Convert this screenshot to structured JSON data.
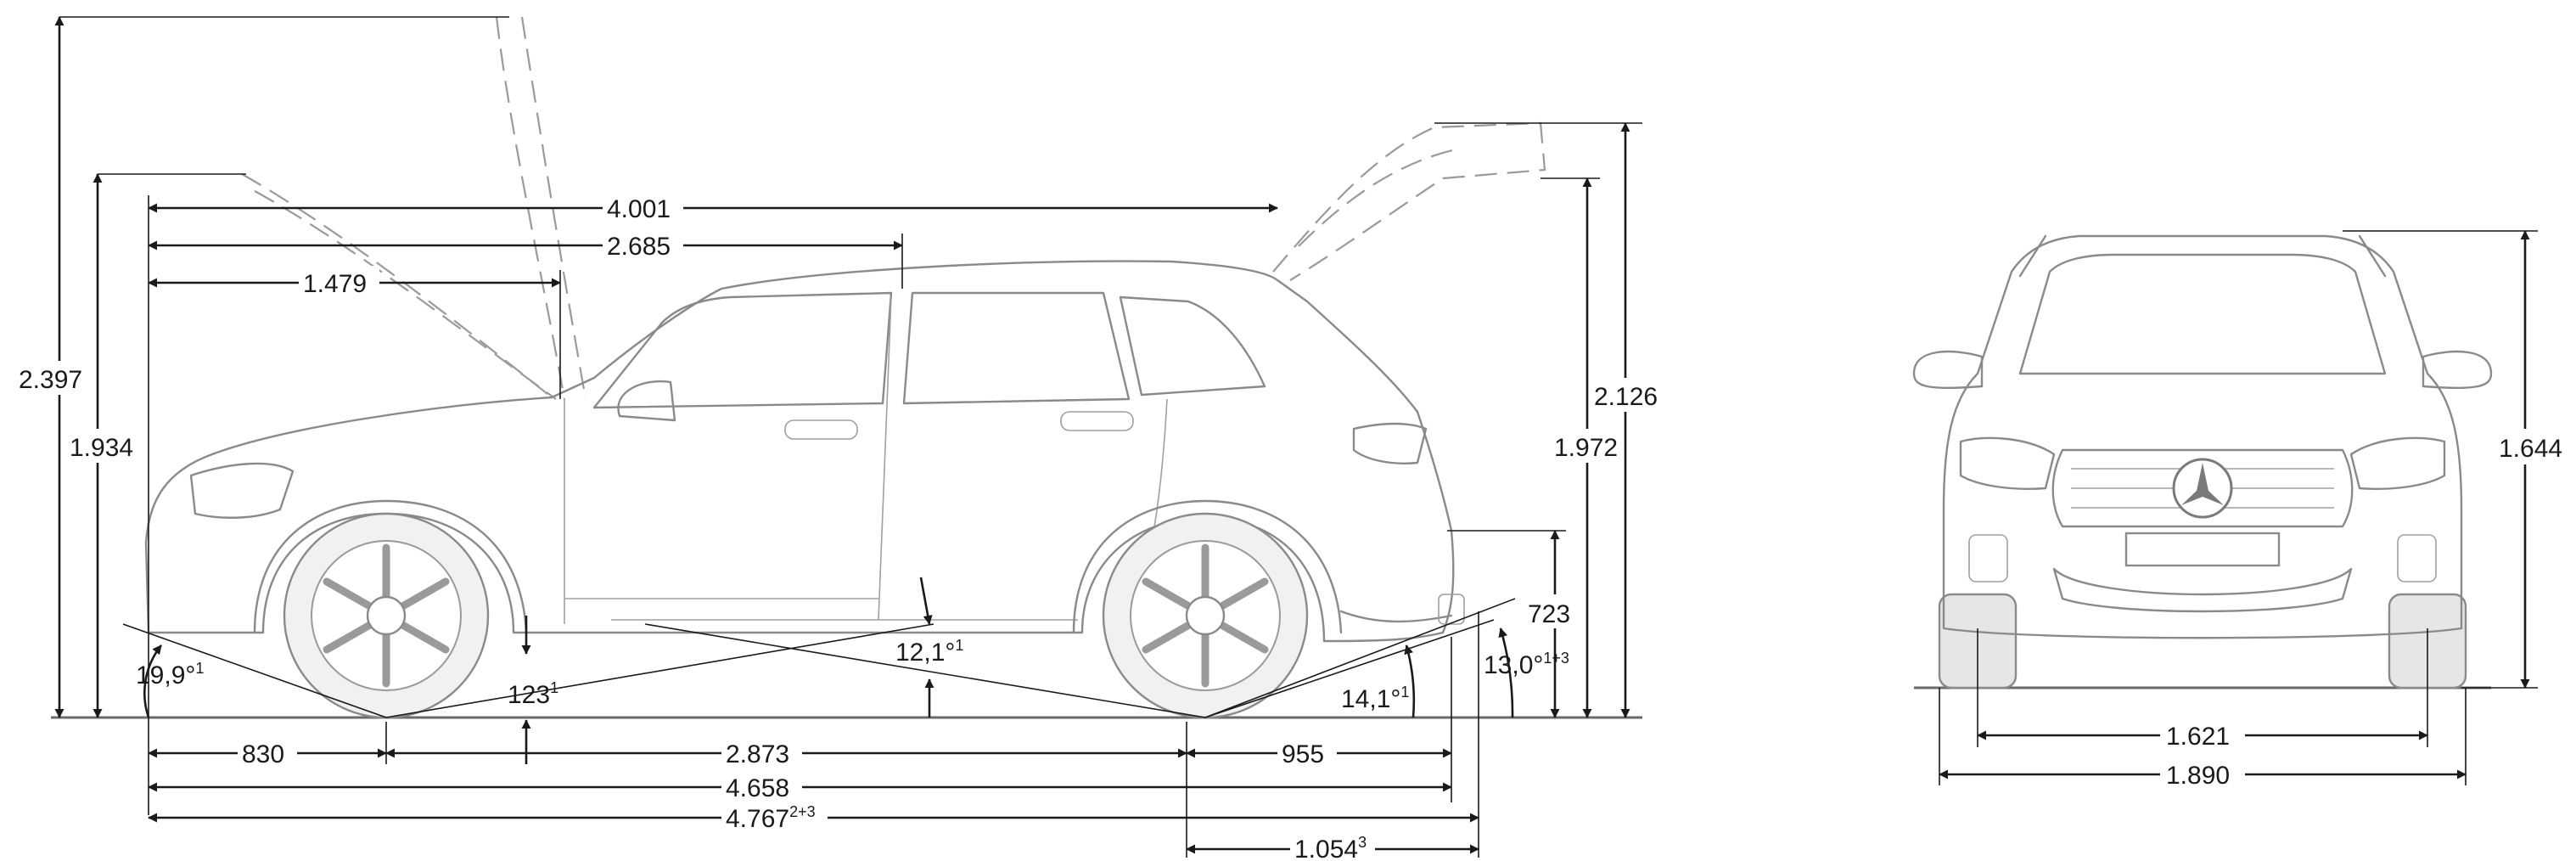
{
  "drawing": {
    "side_view": {
      "height_open_bonnet": "2.397",
      "height_total": "1.934",
      "overhang_length_1": "4.001",
      "overhang_length_2": "2.685",
      "overhang_length_3": "1.479",
      "height_open_tailgate": "2.126",
      "height_tailgate_edge": "1.972",
      "loading_height": "723",
      "ramp_angle": "12,1°",
      "ramp_angle_sup": "1",
      "approach_angle": "19,9°",
      "approach_angle_sup": "1",
      "ground_clearance": "123",
      "ground_clearance_sup": "1",
      "departure_angle": "14,1°",
      "departure_angle_sup": "1",
      "departure_angle_towbar": "13,0°",
      "departure_angle_towbar_sup": "1+3",
      "front_overhang": "830",
      "wheelbase": "2.873",
      "rear_overhang": "955",
      "length": "4.658",
      "length_towbar": "4.767",
      "length_towbar_sup": "2+3",
      "towbar_overhang": "1.054",
      "towbar_overhang_sup": "3"
    },
    "front_view": {
      "height": "1.644",
      "track": "1.621",
      "width": "1.890"
    }
  }
}
